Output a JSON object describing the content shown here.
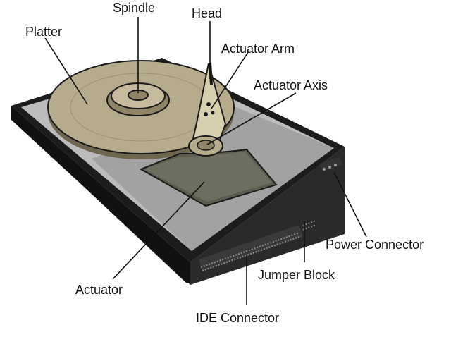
{
  "labels": {
    "spindle": "Spindle",
    "head": "Head",
    "platter": "Platter",
    "actuator_arm": "Actuator Arm",
    "actuator_axis": "Actuator Axis",
    "power_connector": "Power Connector",
    "jumper_block": "Jumper Block",
    "actuator": "Actuator",
    "ide_connector": "IDE Connector"
  },
  "colors": {
    "platter": "#b7ab8e",
    "platter_dark": "#8f8468",
    "arm": "#d8cfae",
    "actuator": "#6e6e60",
    "case_top": "#bcbcbc",
    "case_dark": "#1a1a1a"
  }
}
